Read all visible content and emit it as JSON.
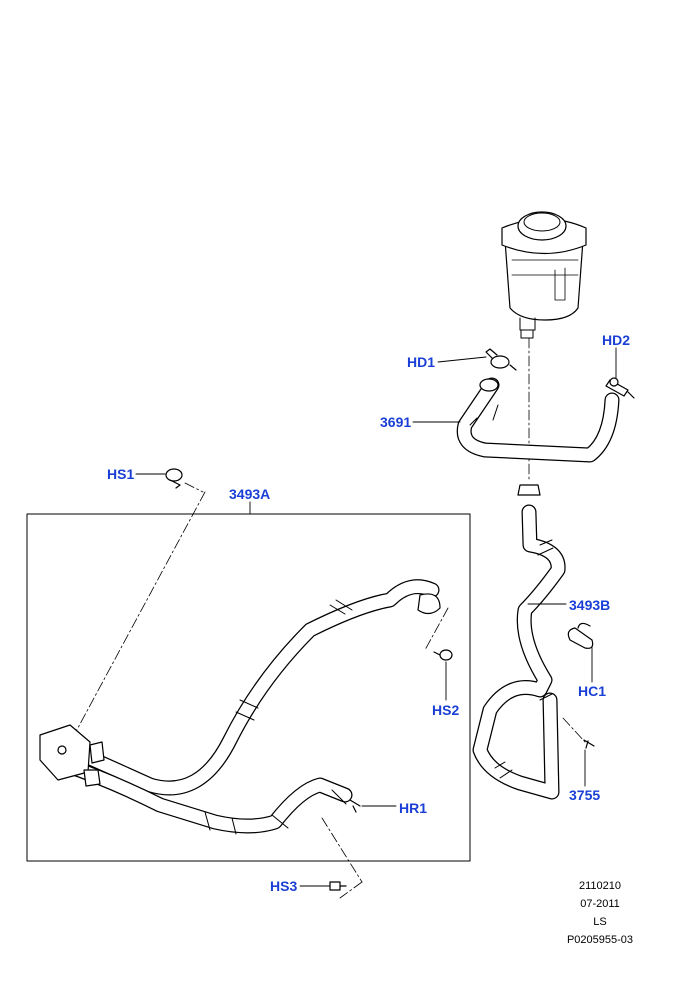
{
  "callouts": {
    "hd1": "HD1",
    "hd2": "HD2",
    "p3691": "3691",
    "hs1": "HS1",
    "p3493a": "3493A",
    "p3493b": "3493B",
    "hc1": "HC1",
    "hs2": "HS2",
    "hr1": "HR1",
    "p3755": "3755",
    "hs3": "HS3"
  },
  "footer": {
    "illustration_number": "2110210",
    "date": "07-2011",
    "model": "LS",
    "reference": "P0205955-03"
  },
  "colors": {
    "callout_text": "#1a3fd6",
    "line_art": "#000000",
    "background": "#ffffff"
  }
}
